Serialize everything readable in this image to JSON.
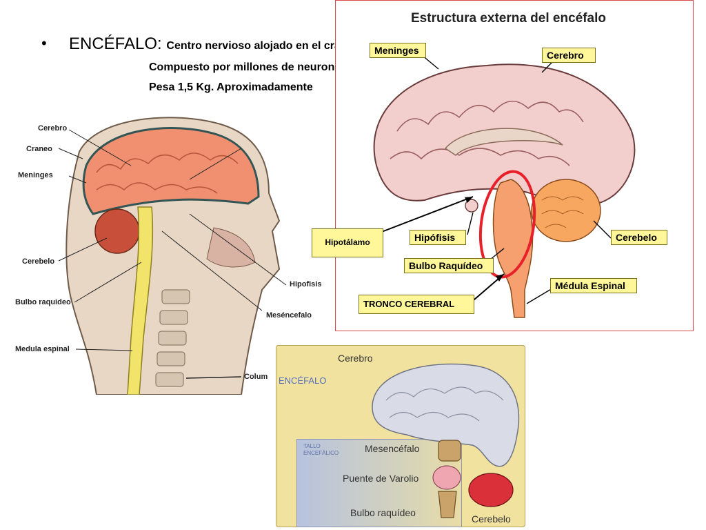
{
  "bullet": {
    "marker": "•",
    "lead": "ENCÉFALO:",
    "lines": [
      "Centro nervioso alojado en el cráneo",
      "Compuesto por millones de neuronas",
      "Pesa 1,5 Kg. Aproximadamente"
    ]
  },
  "left_figure": {
    "labels": {
      "cerebro": "Cerebro",
      "craneo": "Craneo",
      "meninges": "Meninges",
      "cerebelo": "Cerebelo",
      "bulbo": "Bulbo raquideo",
      "medula": "Medula espinal",
      "hipofisis": "Hipofisis",
      "mesencefalo": "Meséncefalo",
      "columna": "Colum"
    }
  },
  "right_figure": {
    "title": "Estructura externa del encéfalo",
    "callouts": {
      "meninges": "Meninges",
      "cerebro": "Cerebro",
      "hipotalamo": "Hipotálamo",
      "hipofisis": "Hipófisis",
      "cerebelo": "Cerebelo",
      "bulbo": "Bulbo Raquídeo",
      "tronco": "TRONCO CEREBRAL",
      "medula": "Médula Espinal"
    }
  },
  "bottom_figure": {
    "cerebro": "Cerebro",
    "encefalo": "ENCÉFALO",
    "tallo_line1": "TALLO",
    "tallo_line2": "ENCEFÁLICO",
    "mesencefalo": "Mesencéfalo",
    "puente": "Puente de Varolio",
    "bulbo": "Bulbo raquídeo",
    "cerebelo": "Cerebelo"
  },
  "colors": {
    "callout_fill": "#fff799",
    "panel_border": "#d94848",
    "brain_pink": "#f2cfcd",
    "stem_orange": "#f6a070",
    "highlight_red": "#e8202a"
  }
}
